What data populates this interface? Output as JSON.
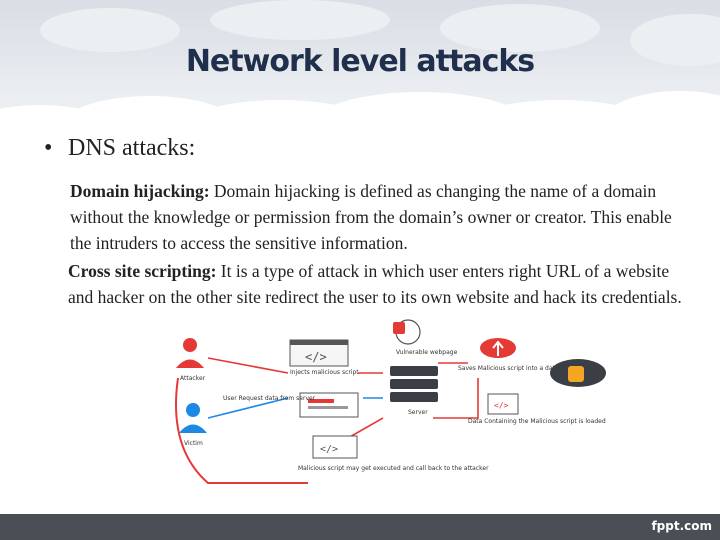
{
  "slide": {
    "title": "Network level attacks",
    "bullet": "DNS attacks:",
    "para1_term": "Domain hijacking:",
    "para1_text": " Domain hijacking is defined as changing the name of a domain without the knowledge or permission from the domain’s owner or creator. This enable the intruders to access the sensitive information.",
    "para2_term": "Cross site scripting:",
    "para2_text": " It is a type of attack in which user enters right URL of a website and hacker on the other site redirect the user to its own website and hack its credentials."
  },
  "diagram": {
    "attacker": "Attacker",
    "victim": "Victim",
    "injects_script": "Injects malicious script",
    "vulnerable_webpage": "Vulnerable webpage",
    "saves_script": "Saves Malicious script into a database",
    "user_request": "User Request data from server",
    "server": "Server",
    "data_containing": "Data Containing the Malicious script is loaded",
    "malicious_exec": "Malicious script may get executed and call back to the attacker",
    "code_glyph": "</>"
  },
  "footer": {
    "brand": "fppt.com"
  },
  "colors": {
    "title": "#1f2f4c",
    "accent_red": "#e53935",
    "accent_blue": "#1e88e5",
    "footer_bg": "#4a4f55"
  }
}
